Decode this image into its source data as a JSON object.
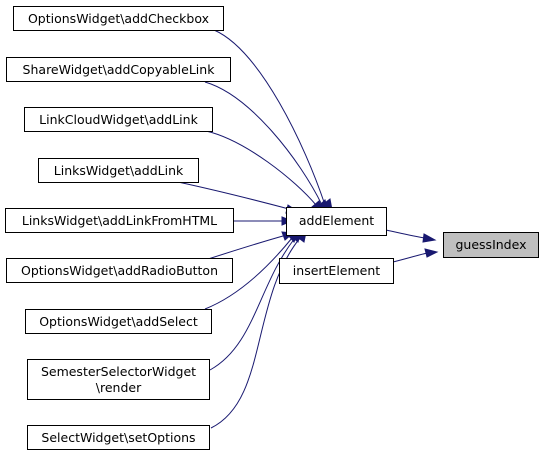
{
  "nodes": {
    "guess_index": {
      "label": "guessIndex",
      "fill": "#bfbfbf"
    },
    "add_element": {
      "label": "addElement"
    },
    "insert_element": {
      "label": "insertElement"
    },
    "options_add_checkbox": {
      "label": "OptionsWidget\\addCheckbox"
    },
    "share_add_copyable_link": {
      "label": "ShareWidget\\addCopyableLink"
    },
    "linkcloud_add_link": {
      "label": "LinkCloudWidget\\addLink"
    },
    "links_add_link": {
      "label": "LinksWidget\\addLink"
    },
    "links_add_link_from_html": {
      "label": "LinksWidget\\addLinkFromHTML"
    },
    "options_add_radio_button": {
      "label": "OptionsWidget\\addRadioButton"
    },
    "options_add_select": {
      "label": "OptionsWidget\\addSelect"
    },
    "semester_render": {
      "label_line1": "SemesterSelectorWidget",
      "label_line2": "\\render"
    },
    "select_set_options": {
      "label": "SelectWidget\\setOptions"
    }
  },
  "edges": [
    {
      "from": "options_add_checkbox",
      "to": "add_element"
    },
    {
      "from": "share_add_copyable_link",
      "to": "add_element"
    },
    {
      "from": "linkcloud_add_link",
      "to": "add_element"
    },
    {
      "from": "links_add_link",
      "to": "add_element"
    },
    {
      "from": "links_add_link_from_html",
      "to": "add_element"
    },
    {
      "from": "options_add_radio_button",
      "to": "add_element"
    },
    {
      "from": "options_add_select",
      "to": "add_element"
    },
    {
      "from": "semester_render",
      "to": "add_element"
    },
    {
      "from": "select_set_options",
      "to": "add_element"
    },
    {
      "from": "add_element",
      "to": "guess_index"
    },
    {
      "from": "insert_element",
      "to": "guess_index"
    }
  ],
  "colors": {
    "edge": "#191970",
    "focus_fill": "#bfbfbf"
  }
}
